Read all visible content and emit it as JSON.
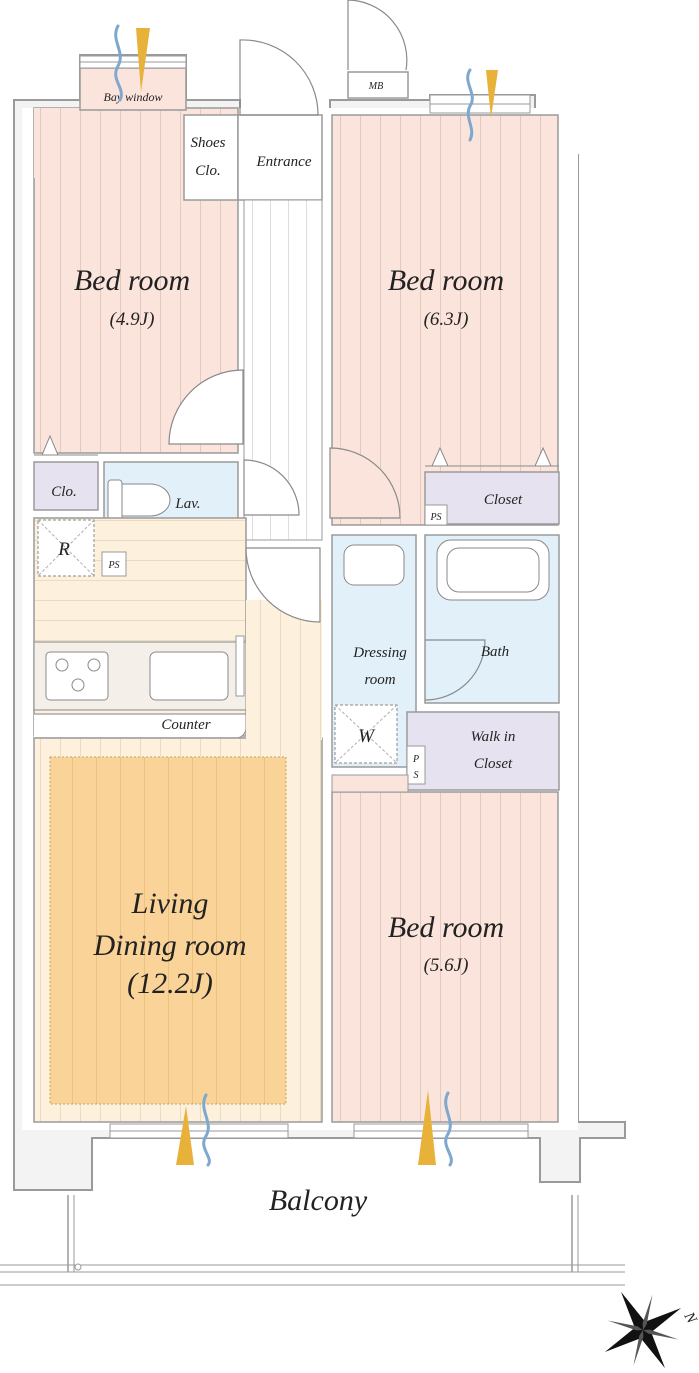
{
  "rooms": {
    "bay_window": "Bay window",
    "shoes_closet_line1": "Shoes",
    "shoes_closet_line2": "Clo.",
    "entrance": "Entrance",
    "meter_box": "MB",
    "bedroom_nw": {
      "name": "Bed room",
      "size": "(4.9J)"
    },
    "bedroom_ne": {
      "name": "Bed room",
      "size": "(6.3J)"
    },
    "bedroom_se": {
      "name": "Bed room",
      "size": "(5.6J)"
    },
    "closet_small": "Clo.",
    "lavatory": "Lav.",
    "refrigerator": "R",
    "pipe_space": "PS",
    "pipe_space_vertical": [
      "P",
      "S"
    ],
    "closet": "Closet",
    "dressing_room_line1": "Dressing",
    "dressing_room_line2": "room",
    "washer": "W",
    "bath": "Bath",
    "walk_in_closet_line1": "Walk in",
    "walk_in_closet_line2": "Closet",
    "counter": "Counter",
    "living_line1": "Living",
    "living_line2": "Dining room",
    "living_size": "(12.2J)",
    "balcony": "Balcony"
  },
  "compass": {
    "north_letter": "N"
  },
  "colors": {
    "bedroom_fill": "#fbe4dc",
    "living_fill": "#fdf0dc",
    "living_rug": "#f9d398",
    "wet_area_fill": "#e2f0fa",
    "closet_fill": "#e7e2ef",
    "wall": "#9a9a9a",
    "window_sun": "#e8b23a",
    "window_air": "#7fa8cf"
  }
}
